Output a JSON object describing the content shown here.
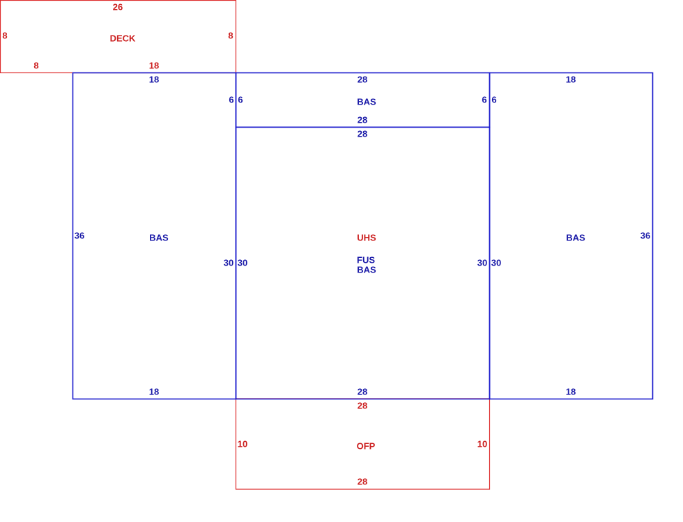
{
  "colors": {
    "living": "#1a1acc",
    "other": "#dd2a2a"
  },
  "areas": {
    "deck": {
      "label": "DECK",
      "dims": {
        "top": "26",
        "left": "8",
        "right": "8",
        "bottom_left": "8",
        "bottom_right": "18"
      }
    },
    "left_bas": {
      "label": "BAS",
      "dims": {
        "top": "18",
        "left": "36",
        "right_upper": "6",
        "right_lower": "30",
        "bottom": "18"
      }
    },
    "top_bas": {
      "label": "BAS",
      "dims": {
        "top": "28",
        "left": "6",
        "right": "6",
        "bottom": "28"
      }
    },
    "center": {
      "labels": [
        "UHS",
        "FUS",
        "BAS"
      ],
      "dims": {
        "top": "28",
        "left": "30",
        "right": "30",
        "bottom": "28"
      }
    },
    "right_bas": {
      "label": "BAS",
      "dims": {
        "top": "18",
        "left_upper": "6",
        "left_lower": "30",
        "right": "36",
        "bottom": "18"
      }
    },
    "ofp": {
      "label": "OFP",
      "dims": {
        "top": "28",
        "left": "10",
        "right": "10",
        "bottom": "28"
      }
    }
  }
}
